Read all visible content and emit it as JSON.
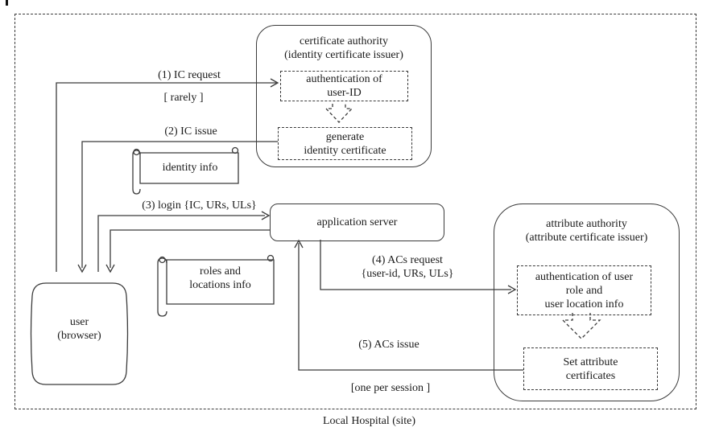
{
  "diagram": {
    "caption": "Local Hospital (site)"
  },
  "nodes": {
    "certificate_authority": {
      "title": "certificate authority",
      "subtitle": "(identity certificate issuer)",
      "auth_box": {
        "line1": "authentication of",
        "line2": "user-ID"
      },
      "generate_box": {
        "line1": "generate",
        "line2": "identity certificate"
      }
    },
    "application_server": {
      "title": "application server"
    },
    "attribute_authority": {
      "title": "attribute authority",
      "subtitle": "(attribute certificate issuer)",
      "auth_box": {
        "line1": "authentication of user",
        "line2": "role and",
        "line3": "user location info"
      },
      "set_box": {
        "line1": "Set attribute",
        "line2": "certificates"
      }
    },
    "user": {
      "line1": "user",
      "line2": "(browser)"
    },
    "identity_info_scroll": {
      "label": "identity info"
    },
    "roles_locations_scroll": {
      "line1": "roles and",
      "line2": "locations info"
    }
  },
  "flows": {
    "ic_request": {
      "label": "(1) IC request",
      "note": "[ rarely ]"
    },
    "ic_issue": {
      "label": "(2) IC issue"
    },
    "login": {
      "label": "(3) login {IC, URs, ULs}"
    },
    "acs_request": {
      "label": "(4) ACs request",
      "params": "{user-id, URs, ULs}"
    },
    "acs_issue": {
      "label": "(5) ACs issue",
      "note": "[one per session ]"
    }
  },
  "colors": {
    "line": "#3b3b3b",
    "text": "#1b1b1b",
    "background": "#ffffff"
  }
}
